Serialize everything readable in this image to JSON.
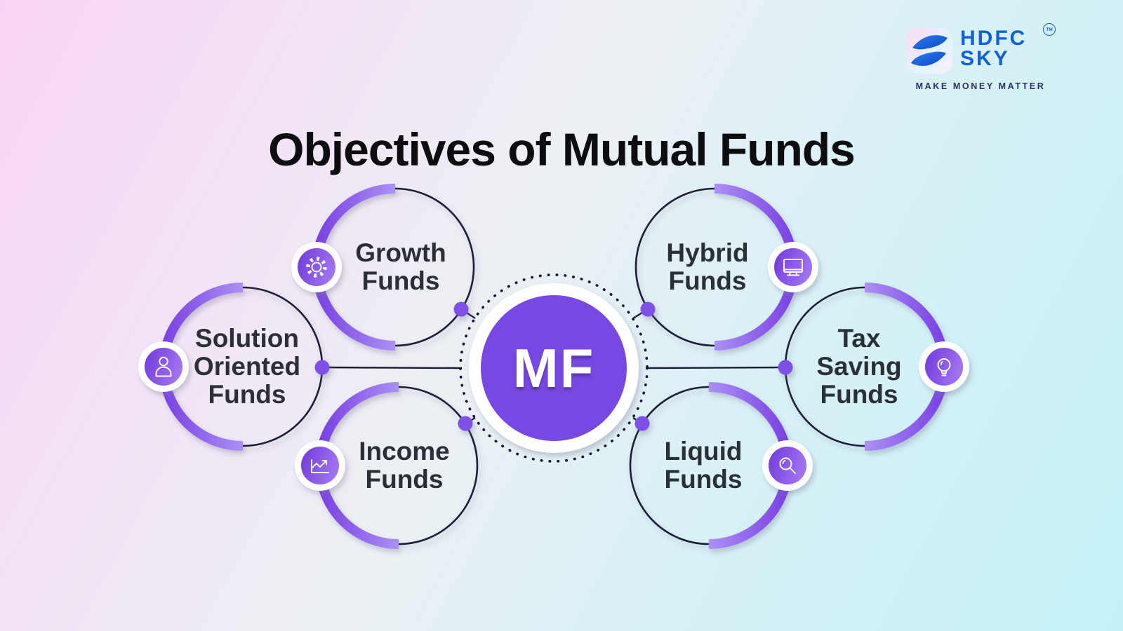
{
  "page": {
    "title": "Objectives of Mutual Funds"
  },
  "brand": {
    "line1": "HDFC",
    "line2": "SKY",
    "trademark": "TM",
    "tagline": "MAKE MONEY MATTER"
  },
  "center": {
    "label": "MF"
  },
  "nodes": [
    {
      "id": "growth-funds",
      "label": "Growth Funds",
      "icon": "gear-icon",
      "position": "top-left"
    },
    {
      "id": "solution-oriented-funds",
      "label": "Solution Oriented Funds",
      "icon": "person-icon",
      "position": "middle-left"
    },
    {
      "id": "income-funds",
      "label": "Income Funds",
      "icon": "line-chart-icon",
      "position": "bottom-left"
    },
    {
      "id": "hybrid-funds",
      "label": "Hybrid Funds",
      "icon": "monitor-icon",
      "position": "top-right"
    },
    {
      "id": "tax-saving-funds",
      "label": "Tax Saving Funds",
      "icon": "bulb-icon",
      "position": "middle-right"
    },
    {
      "id": "liquid-funds",
      "label": "Liquid Funds",
      "icon": "magnifier-icon",
      "position": "bottom-right"
    }
  ],
  "colors": {
    "purple": "#7748e2",
    "arc_dark": "#7a40e4",
    "arc_light": "#ab90f4",
    "badge_dark": "#7138dc",
    "badge_light": "#9f72f0",
    "ring_dark": "#1d1d3a",
    "dot_purple": "#8050e8",
    "label_text": "#2a3036",
    "title_text": "#0d0d10",
    "logo_blue": "#1160d8",
    "tagline_navy": "#283069",
    "bg_pink": "#f9d3f5",
    "bg_cyan": "#c4f1f8"
  }
}
